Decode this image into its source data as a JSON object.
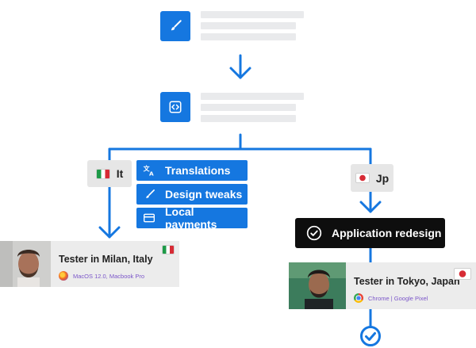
{
  "colors": {
    "accent": "#1577E0",
    "dark": "#0E0E0E",
    "card": "#ECECEC",
    "tag": "#E6E6E6",
    "placeholder": "#E9EAEC",
    "meta_text": "#7B56C9"
  },
  "steps": [
    {
      "icon": "paintbrush-icon"
    },
    {
      "icon": "code-icon"
    }
  ],
  "branch_left": {
    "language": {
      "flag": "italy-flag-icon",
      "label": "It"
    },
    "tasks": [
      {
        "icon": "translate-icon",
        "label": "Translations"
      },
      {
        "icon": "paintbrush-icon",
        "label": "Design tweaks"
      },
      {
        "icon": "credit-card-icon",
        "label": "Local payments"
      }
    ],
    "tester": {
      "title": "Tester in Milan, Italy",
      "flag": "italy-flag-icon",
      "browser_icon": "firefox-icon",
      "device": "MacOS 12.0, Macbook Pro"
    }
  },
  "branch_right": {
    "language": {
      "flag": "japan-flag-icon",
      "label": "Jp"
    },
    "task": {
      "icon": "check-circle-icon",
      "label": "Application redesign"
    },
    "tester": {
      "title": "Tester in Tokyo, Japan",
      "flag": "japan-flag-icon",
      "browser_icon": "chrome-icon",
      "device": "Chrome | Google Pixel"
    },
    "end_icon": "check-circle-icon"
  }
}
